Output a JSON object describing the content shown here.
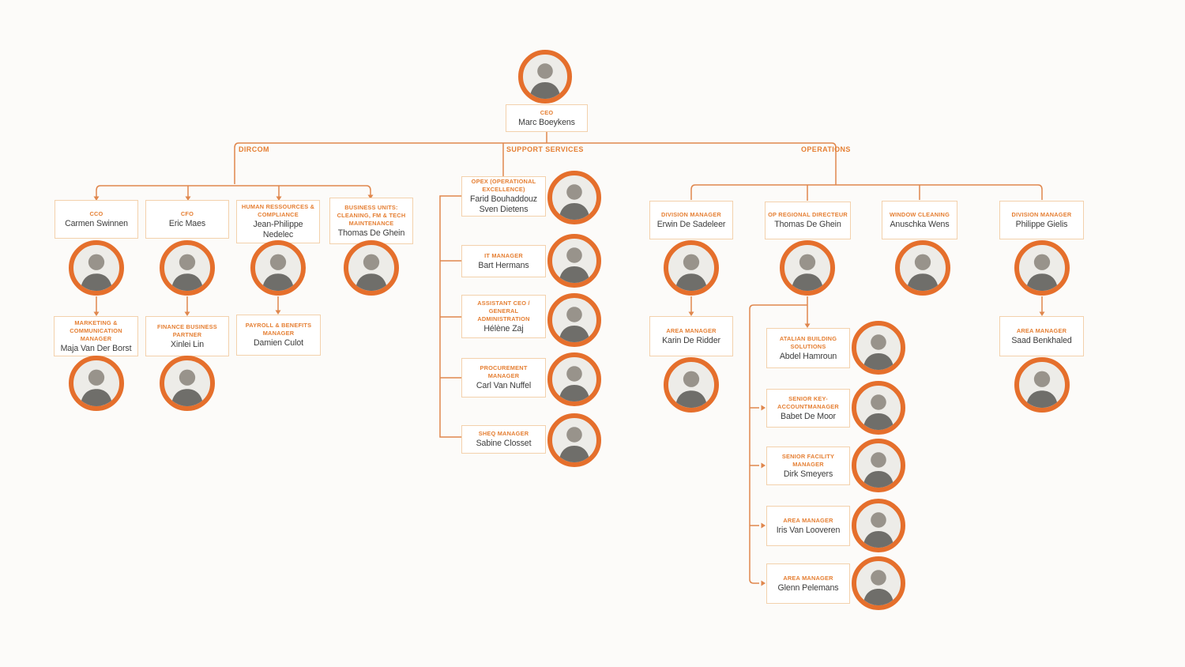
{
  "colors": {
    "accent": "#E56F2C",
    "connector_line": "#E0874D",
    "card_border": "#F3D1AC",
    "title_text": "#E57F33",
    "name_text": "#3C3C3C"
  },
  "branches": {
    "dircom": "DIRCOM",
    "support": "SUPPORT SERVICES",
    "operations": "OPERATIONS"
  },
  "nodes": {
    "ceo": {
      "title": "CEO",
      "name": "Marc Boeykens"
    },
    "cco": {
      "title": "CCO",
      "name": "Carmen Swinnen"
    },
    "cfo": {
      "title": "CFO",
      "name": "Eric Maes"
    },
    "hr": {
      "title": "HUMAN RESSOURCES & COMPLIANCE",
      "name": "Jean-Philippe Nedelec"
    },
    "bu": {
      "title": "BUSINESS UNITS: CLEANING, FM & TECH MAINTENANCE",
      "name": "Thomas De Ghein"
    },
    "marketing": {
      "title": "MARKETING & COMMUNICATION MANAGER",
      "name": "Maja Van Der Borst"
    },
    "finance": {
      "title": "FINANCE BUSINESS PARTNER",
      "name": "Xinlei Lin"
    },
    "payroll": {
      "title": "PAYROLL & BENEFITS MANAGER",
      "name": "Damien Culot"
    },
    "opex": {
      "title": "OPEX (OPERATIONAL EXCELLENCE)",
      "name": "Farid Bouhaddouz",
      "name2": "Sven Dietens"
    },
    "it": {
      "title": "IT MANAGER",
      "name": "Bart Hermans"
    },
    "assistant": {
      "title": "ASSISTANT CEO / GENERAL ADMINISTRATION",
      "name": "Hélène Zaj"
    },
    "procurement": {
      "title": "PROCUREMENT MANAGER",
      "name": "Carl Van Nuffel"
    },
    "sheq": {
      "title": "SHEQ MANAGER",
      "name": "Sabine Closset"
    },
    "div1": {
      "title": "DIVISION MANAGER",
      "name": "Erwin De Sadeleer"
    },
    "opdir": {
      "title": "OP REGIONAL DIRECTEUR",
      "name": "Thomas De Ghein"
    },
    "window": {
      "title": "WINDOW CLEANING",
      "name": "Anuschka Wens"
    },
    "div2": {
      "title": "DIVISION MANAGER",
      "name": "Philippe Gielis"
    },
    "karin": {
      "title": "AREA MANAGER",
      "name": "Karin De Ridder"
    },
    "saad": {
      "title": "AREA MANAGER",
      "name": "Saad Benkhaled"
    },
    "abs": {
      "title": "ATALIAN BUILDING SOLUTIONS",
      "name": "Abdel Hamroun"
    },
    "babet": {
      "title": "SENIOR KEY-ACCOUNTMANAGER",
      "name": "Babet De Moor"
    },
    "dirk": {
      "title": "SENIOR FACILITY MANAGER",
      "name": "Dirk Smeyers"
    },
    "iris": {
      "title": "AREA MANAGER",
      "name": "Iris Van Looveren"
    },
    "glenn": {
      "title": "AREA MANAGER",
      "name": "Glenn Pelemans"
    }
  }
}
